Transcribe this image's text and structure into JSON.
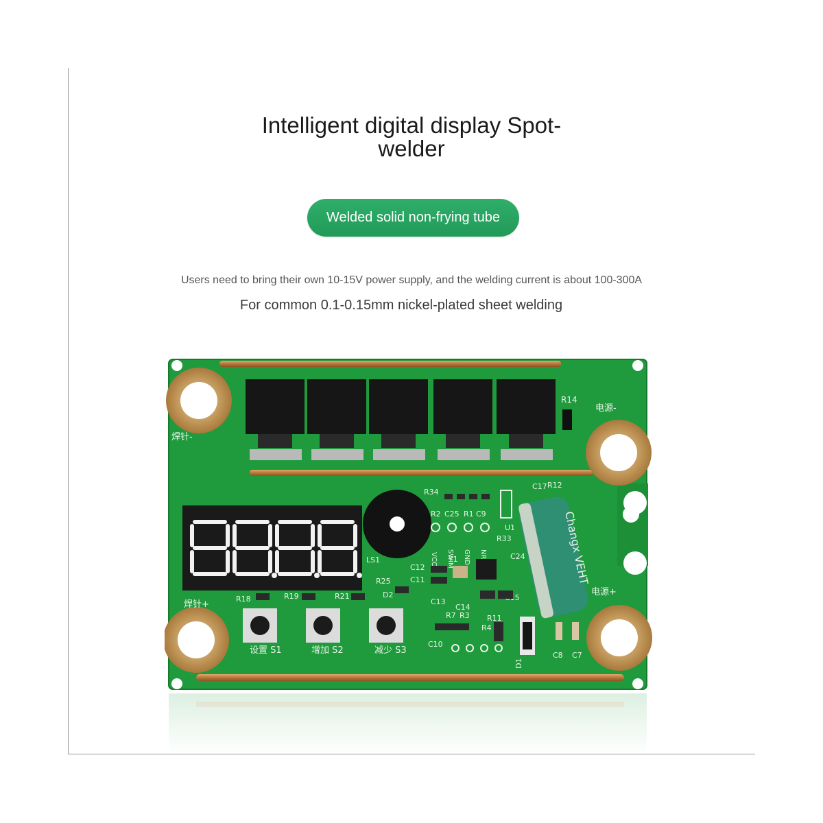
{
  "heading": "Intelligent digital display Spot-welder",
  "badge": "Welded solid non-frying tube",
  "note_power": "Users need to bring their own 10-15V power supply, and the welding current is about 100-300A",
  "note_welding": "For common 0.1-0.15mm nickel-plated sheet welding",
  "colors": {
    "board_green": "#1f9a3c",
    "badge_green": "#27a35f",
    "copper": "#b8783a",
    "display_black": "#1a1a1a"
  },
  "board_labels": {
    "pins": [
      "VCC",
      "SWIM",
      "GND",
      "NRST"
    ],
    "refs": [
      "R14",
      "R34",
      "R2",
      "C25",
      "R1",
      "C9",
      "U1",
      "R33",
      "C24",
      "C12",
      "C11",
      "C13",
      "C14",
      "C15",
      "R25",
      "D2",
      "R7",
      "R3",
      "R4",
      "R11",
      "C10",
      "R18",
      "R19",
      "R21",
      "LS1",
      "C17",
      "R12",
      "C8",
      "C7",
      "D1",
      "Y1"
    ],
    "button_labels": [
      "设置 S1",
      "增加 S2",
      "减少 S3"
    ],
    "pads": [
      "焊针-",
      "焊针+",
      "电源-",
      "电源+"
    ],
    "capacitor_text": "Changx VEHT"
  }
}
